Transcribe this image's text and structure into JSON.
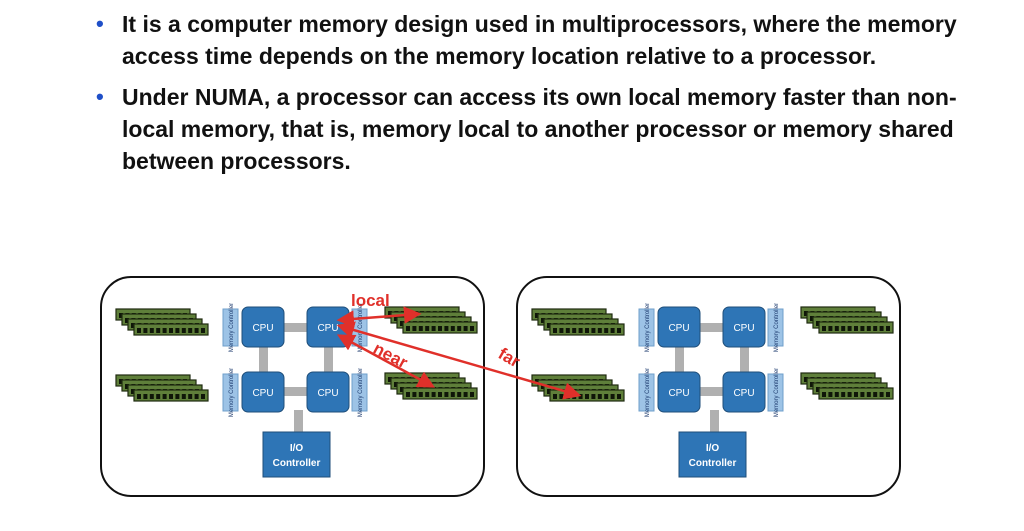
{
  "bullets": [
    "It is a computer memory design used in multiprocessors, where the memory access time depends on the memory location relative to a processor.",
    "Under NUMA, a processor can access its own local memory faster than non-local memory, that is, memory local to another processor or memory shared between processors."
  ],
  "bullet_symbol": "•",
  "diagram": {
    "cpu_label": "CPU",
    "memory_controller_label": "Memory Controller",
    "io_controller_label": [
      "I/O",
      "Controller"
    ],
    "annotations": {
      "local": "local",
      "near": "near",
      "far": "far"
    },
    "colors": {
      "cpu": "#2e75b6",
      "memory_controller": "#9dc3e6",
      "dimm": "#5f7f3a",
      "interconnect": "#b0b0b0",
      "arrow": "#e0302a",
      "bullet": "#1f4fc8"
    }
  }
}
